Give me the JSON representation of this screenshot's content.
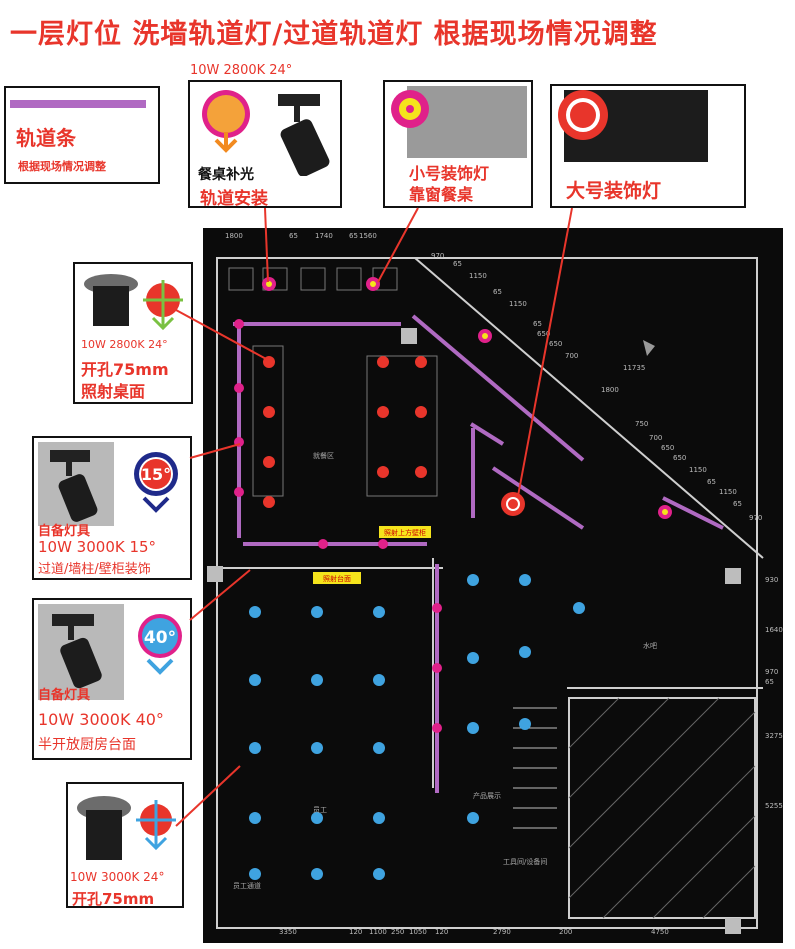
{
  "title": "一层灯位 洗墙轨道灯/过道轨道灯  根据现场情况调整",
  "track_legend": {
    "name": "轨道条",
    "note": "根据现场情况调整",
    "bar_color": "#b06ac2"
  },
  "dining_track": {
    "spec": "10W 2800K 24°",
    "line1": "餐桌补光",
    "line2": "轨道安装"
  },
  "small_deco": {
    "line1": "小号装饰灯",
    "line2": "靠窗餐桌"
  },
  "large_deco": {
    "label": "大号装饰灯"
  },
  "downlight_table": {
    "spec": "10W 2800K 24°",
    "line1": "开孔75mm",
    "line2": "照射桌面"
  },
  "track15": {
    "badge": "15°",
    "own": "自备灯具",
    "spec": "10W 3000K 15°",
    "desc": "过道/墙柱/壁柜装饰"
  },
  "track40": {
    "badge": "40°",
    "own": "自备灯具",
    "spec": "10W 3000K 40°",
    "desc": "半开放厨房台面"
  },
  "downlight_kitchen": {
    "spec": "10W 3000K 24°",
    "line1": "开孔75mm"
  },
  "plan": {
    "top_dims": [
      "1800",
      "65",
      "1740",
      "65",
      "1560"
    ],
    "bottom_dims": [
      "3350",
      "120",
      "1100",
      "250",
      "1050",
      "120",
      "2790",
      "200",
      "4750"
    ],
    "right_dims": [
      "930",
      "1640",
      "970",
      "65",
      "3275",
      "5255"
    ],
    "diag_dims": [
      "970",
      "65",
      "1150",
      "65",
      "1150",
      "65",
      "650",
      "650",
      "700",
      "11735",
      "1800",
      "750",
      "700",
      "650",
      "650",
      "1150",
      "65",
      "1150",
      "65",
      "970"
    ],
    "tags": [
      "照射上方壁柜",
      "照射台面"
    ],
    "room_labels": [
      "就餐区",
      "水吧",
      "产品展示",
      "工具间/设备间",
      "员工",
      "员工通道"
    ],
    "colors": {
      "accent_red": "#e8352b",
      "track_purple": "#b06ac2",
      "badge15_blue": "#1f2a8a",
      "badge40_blue": "#3fa3e0",
      "pink": "#e0218a"
    }
  }
}
